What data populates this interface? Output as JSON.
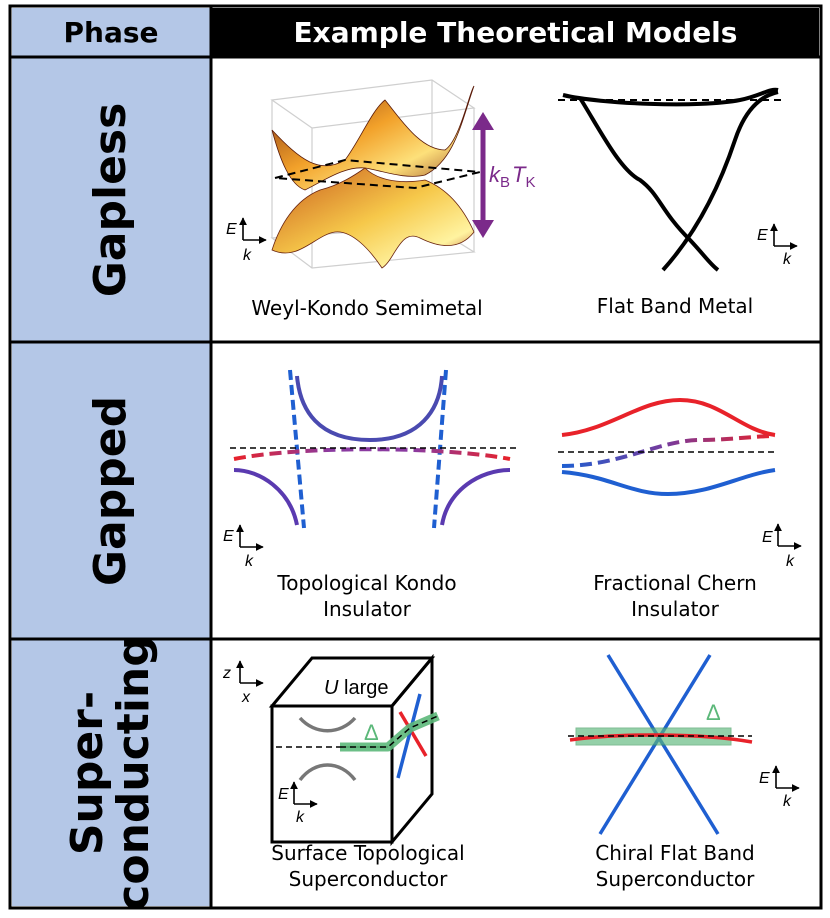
{
  "header": {
    "phase": "Phase",
    "models": "Example Theoretical Models"
  },
  "rows": [
    {
      "phase_lines": [
        "Gapless"
      ],
      "models": [
        {
          "caption_lines": [
            "Weyl-Kondo Semimetal"
          ],
          "annotation": "k",
          "annotation_sub1": "B",
          "annotation_t": "T",
          "annotation_sub2": "K"
        },
        {
          "caption_lines": [
            "Flat Band Metal"
          ]
        }
      ]
    },
    {
      "phase_lines": [
        "Gapped"
      ],
      "models": [
        {
          "caption_lines": [
            "Topological Kondo",
            "Insulator"
          ]
        },
        {
          "caption_lines": [
            "Fractional Chern",
            "Insulator"
          ]
        }
      ]
    },
    {
      "phase_lines": [
        "Super-",
        "conducting"
      ],
      "models": [
        {
          "caption_lines": [
            "Surface Topological",
            "Superconductor"
          ],
          "cube_label": "U",
          "cube_label_suffix": " large",
          "gap_symbol": "Δ"
        },
        {
          "caption_lines": [
            "Chiral Flat Band",
            "Superconductor"
          ],
          "gap_symbol": "Δ"
        }
      ]
    }
  ],
  "axes": {
    "energy": "E",
    "momentum": "k",
    "z": "z",
    "x": "x"
  },
  "colors": {
    "phase_bg": "#b4c7e7",
    "header_bg": "#000000",
    "band_red": "#e8222a",
    "band_blue": "#1f5fd1",
    "band_purple": "#7a3a9a",
    "kondo_arrow": "#7b2a8a",
    "sc_green": "#5cb87a"
  }
}
